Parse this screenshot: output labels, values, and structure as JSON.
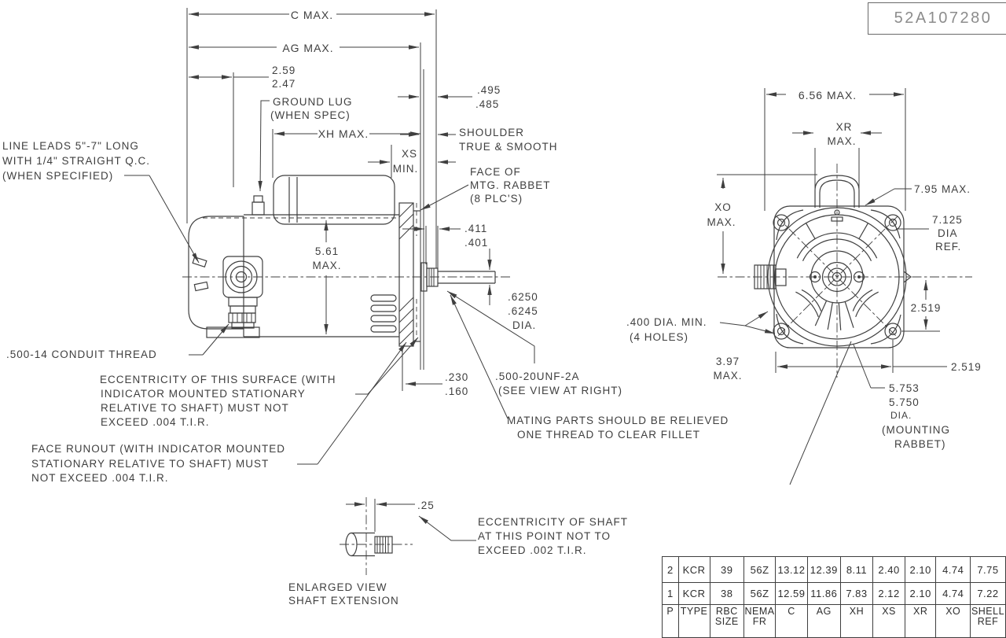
{
  "title_block": {
    "part_number": "52A107280"
  },
  "colors": {
    "line": "#3f3f3f",
    "title_text": "#8c8c8c",
    "background": "#ffffff"
  },
  "side_view": {
    "dim_c": "C MAX.",
    "dim_ag": "AG MAX.",
    "dim_259": [
      "2.59",
      "2.47"
    ],
    "ground_lug": [
      "GROUND LUG",
      "(WHEN SPEC)"
    ],
    "line_leads": [
      "LINE LEADS 5\"-7\" LONG",
      "WITH 1/4\" STRAIGHT Q.C.",
      "(WHEN SPECIFIED)"
    ],
    "dim_xh": "XH MAX.",
    "dim_xs": [
      "XS",
      "MIN."
    ],
    "dim_495": [
      ".495",
      ".485"
    ],
    "shoulder": [
      "SHOULDER",
      "TRUE & SMOOTH"
    ],
    "face_rabbet": [
      "FACE OF",
      "MTG. RABBET",
      "(8 PLC'S)"
    ],
    "dim_561": [
      "5.61",
      "MAX."
    ],
    "dim_411": [
      ".411",
      ".401"
    ],
    "dim_625": [
      ".6250",
      ".6245",
      "DIA."
    ],
    "conduit_note": ".500-14 CONDUIT THREAD",
    "ecc_surface": [
      "ECCENTRICITY OF THIS SURFACE (WITH",
      "INDICATOR MOUNTED STATIONARY",
      "RELATIVE TO SHAFT) MUST NOT",
      "EXCEED .004 T.I.R."
    ],
    "face_runout": [
      "FACE RUNOUT (WITH INDICATOR MOUNTED",
      "STATIONARY RELATIVE TO SHAFT) MUST",
      "NOT EXCEED .004 T.I.R."
    ],
    "dim_230": [
      ".230",
      ".160"
    ],
    "thread_note": [
      ".500-20UNF-2A",
      "(SEE VIEW AT RIGHT)"
    ],
    "mating_note": [
      "MATING PARTS SHOULD BE RELIEVED",
      "ONE THREAD TO CLEAR FILLET"
    ]
  },
  "front_view": {
    "dim_656": "6.56 MAX.",
    "dim_xr": [
      "XR",
      "MAX."
    ],
    "dim_xo": [
      "XO",
      "MAX."
    ],
    "dim_795": "7.95 MAX.",
    "dim_7125": [
      "7.125",
      "DIA",
      "REF."
    ],
    "dim_2519_vertical": "2.519",
    "dim_2519_horizontal": "2.519",
    "holes_note": [
      ".400 DIA. MIN.",
      "(4 HOLES)"
    ],
    "dim_397": [
      "3.97",
      "MAX."
    ],
    "rabbet_dia": [
      "5.753",
      "5.750",
      "DIA.",
      "(MOUNTING",
      "RABBET)"
    ]
  },
  "enlarged_view": {
    "dim_25": ".25",
    "ecc_note": [
      "ECCENTRICITY OF SHAFT",
      "AT THIS POINT NOT TO",
      "EXCEED .002 T.I.R."
    ],
    "caption": [
      "ENLARGED VIEW",
      "SHAFT EXTENSION"
    ]
  },
  "table": {
    "rows": [
      [
        "2",
        "KCR",
        "39",
        "56Z",
        "13.12",
        "12.39",
        "8.11",
        "2.40",
        "2.10",
        "4.74",
        "7.75"
      ],
      [
        "1",
        "KCR",
        "38",
        "56Z",
        "12.59",
        "11.86",
        "7.83",
        "2.12",
        "2.10",
        "4.74",
        "7.22"
      ],
      [
        "P",
        "TYPE",
        "RBC\nSIZE",
        "NEMA\nFR",
        "C",
        "AG",
        "XH",
        "XS",
        "XR",
        "XO",
        "SHELL\nREF"
      ]
    ]
  }
}
